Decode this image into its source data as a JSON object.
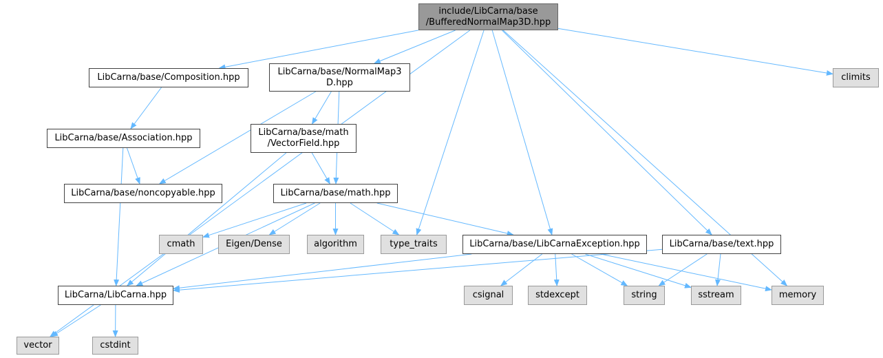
{
  "colors": {
    "edge": "#63b8ff",
    "root_fill": "#999999",
    "system_fill": "#e0e0e0",
    "local_fill": "#ffffff"
  },
  "nodes": {
    "root": [
      "include/LibCarna/base",
      "/BufferedNormalMap3D.hpp"
    ],
    "composition": [
      "LibCarna/base/Composition.hpp"
    ],
    "normalmap3d": [
      "LibCarna/base/NormalMap3",
      "D.hpp"
    ],
    "climits": [
      "climits"
    ],
    "association": [
      "LibCarna/base/Association.hpp"
    ],
    "vectorfield": [
      "LibCarna/base/math",
      "/VectorField.hpp"
    ],
    "noncopyable": [
      "LibCarna/base/noncopyable.hpp"
    ],
    "math": [
      "LibCarna/base/math.hpp"
    ],
    "cmath": [
      "cmath"
    ],
    "eigen": [
      "Eigen/Dense"
    ],
    "algorithm": [
      "algorithm"
    ],
    "typetraits": [
      "type_traits"
    ],
    "exception": [
      "LibCarna/base/LibCarnaException.hpp"
    ],
    "text": [
      "LibCarna/base/text.hpp"
    ],
    "libcarna": [
      "LibCarna/LibCarna.hpp"
    ],
    "csignal": [
      "csignal"
    ],
    "stdexcept": [
      "stdexcept"
    ],
    "string": [
      "string"
    ],
    "sstream": [
      "sstream"
    ],
    "memory": [
      "memory"
    ],
    "vector": [
      "vector"
    ],
    "cstdint": [
      "cstdint"
    ]
  },
  "edges": [
    [
      "root",
      "vector"
    ],
    [
      "root",
      "composition"
    ],
    [
      "root",
      "normalmap3d"
    ],
    [
      "root",
      "typetraits"
    ],
    [
      "root",
      "exception"
    ],
    [
      "root",
      "text"
    ],
    [
      "root",
      "memory"
    ],
    [
      "root",
      "climits"
    ],
    [
      "composition",
      "association"
    ],
    [
      "association",
      "noncopyable"
    ],
    [
      "association",
      "libcarna"
    ],
    [
      "normalmap3d",
      "noncopyable"
    ],
    [
      "normalmap3d",
      "vectorfield"
    ],
    [
      "normalmap3d",
      "math"
    ],
    [
      "vectorfield",
      "math"
    ],
    [
      "vectorfield",
      "libcarna"
    ],
    [
      "math",
      "libcarna"
    ],
    [
      "math",
      "cmath"
    ],
    [
      "math",
      "eigen"
    ],
    [
      "math",
      "algorithm"
    ],
    [
      "math",
      "typetraits"
    ],
    [
      "math",
      "exception"
    ],
    [
      "exception",
      "libcarna"
    ],
    [
      "exception",
      "csignal"
    ],
    [
      "exception",
      "stdexcept"
    ],
    [
      "exception",
      "string"
    ],
    [
      "exception",
      "sstream"
    ],
    [
      "exception",
      "memory"
    ],
    [
      "text",
      "libcarna"
    ],
    [
      "text",
      "string"
    ],
    [
      "text",
      "sstream"
    ],
    [
      "libcarna",
      "vector"
    ],
    [
      "libcarna",
      "cstdint"
    ]
  ]
}
